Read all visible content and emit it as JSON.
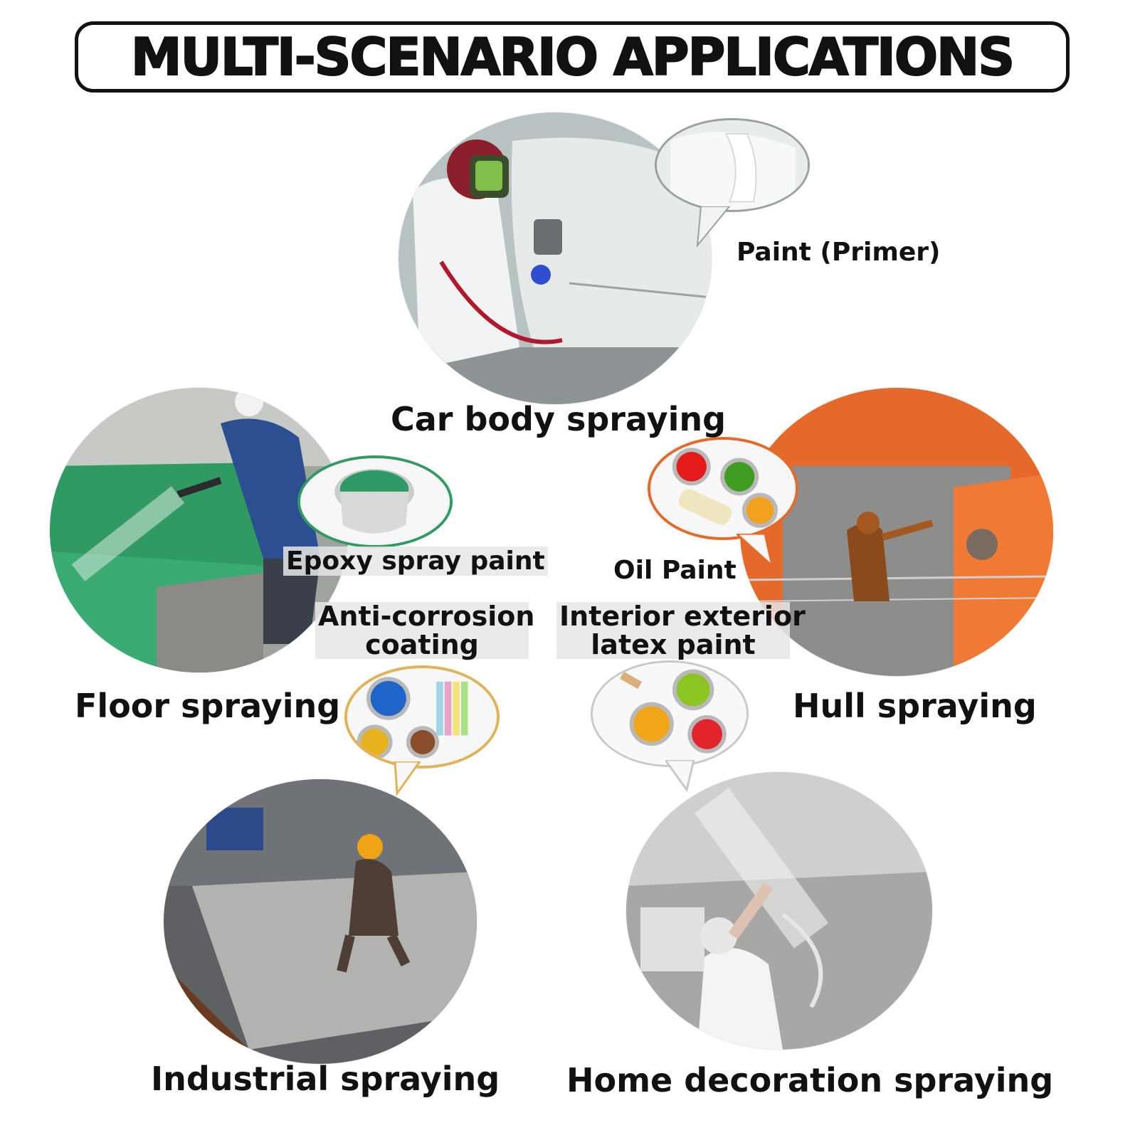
{
  "title": "MULTI-SCENARIO APPLICATIONS",
  "scenes": {
    "car": {
      "label": "Car body spraying",
      "product": "Paint (Primer)"
    },
    "floor": {
      "label": "Floor spraying",
      "product": "Epoxy spray paint"
    },
    "hull": {
      "label": "Hull spraying",
      "product": "Oil Paint"
    },
    "industrial": {
      "label": "Industrial spraying",
      "product_line1": "Anti-corrosion",
      "product_line2": "coating"
    },
    "home": {
      "label": "Home decoration spraying",
      "product_line1": "Interior exterior",
      "product_line2": "latex paint"
    }
  },
  "colors": {
    "floor_green": "#2fa66a",
    "hull_orange": "#e4692a",
    "car_white": "#e8ecea",
    "industrial_grey": "#a9a9a9",
    "home_grey": "#cfcfcf"
  }
}
